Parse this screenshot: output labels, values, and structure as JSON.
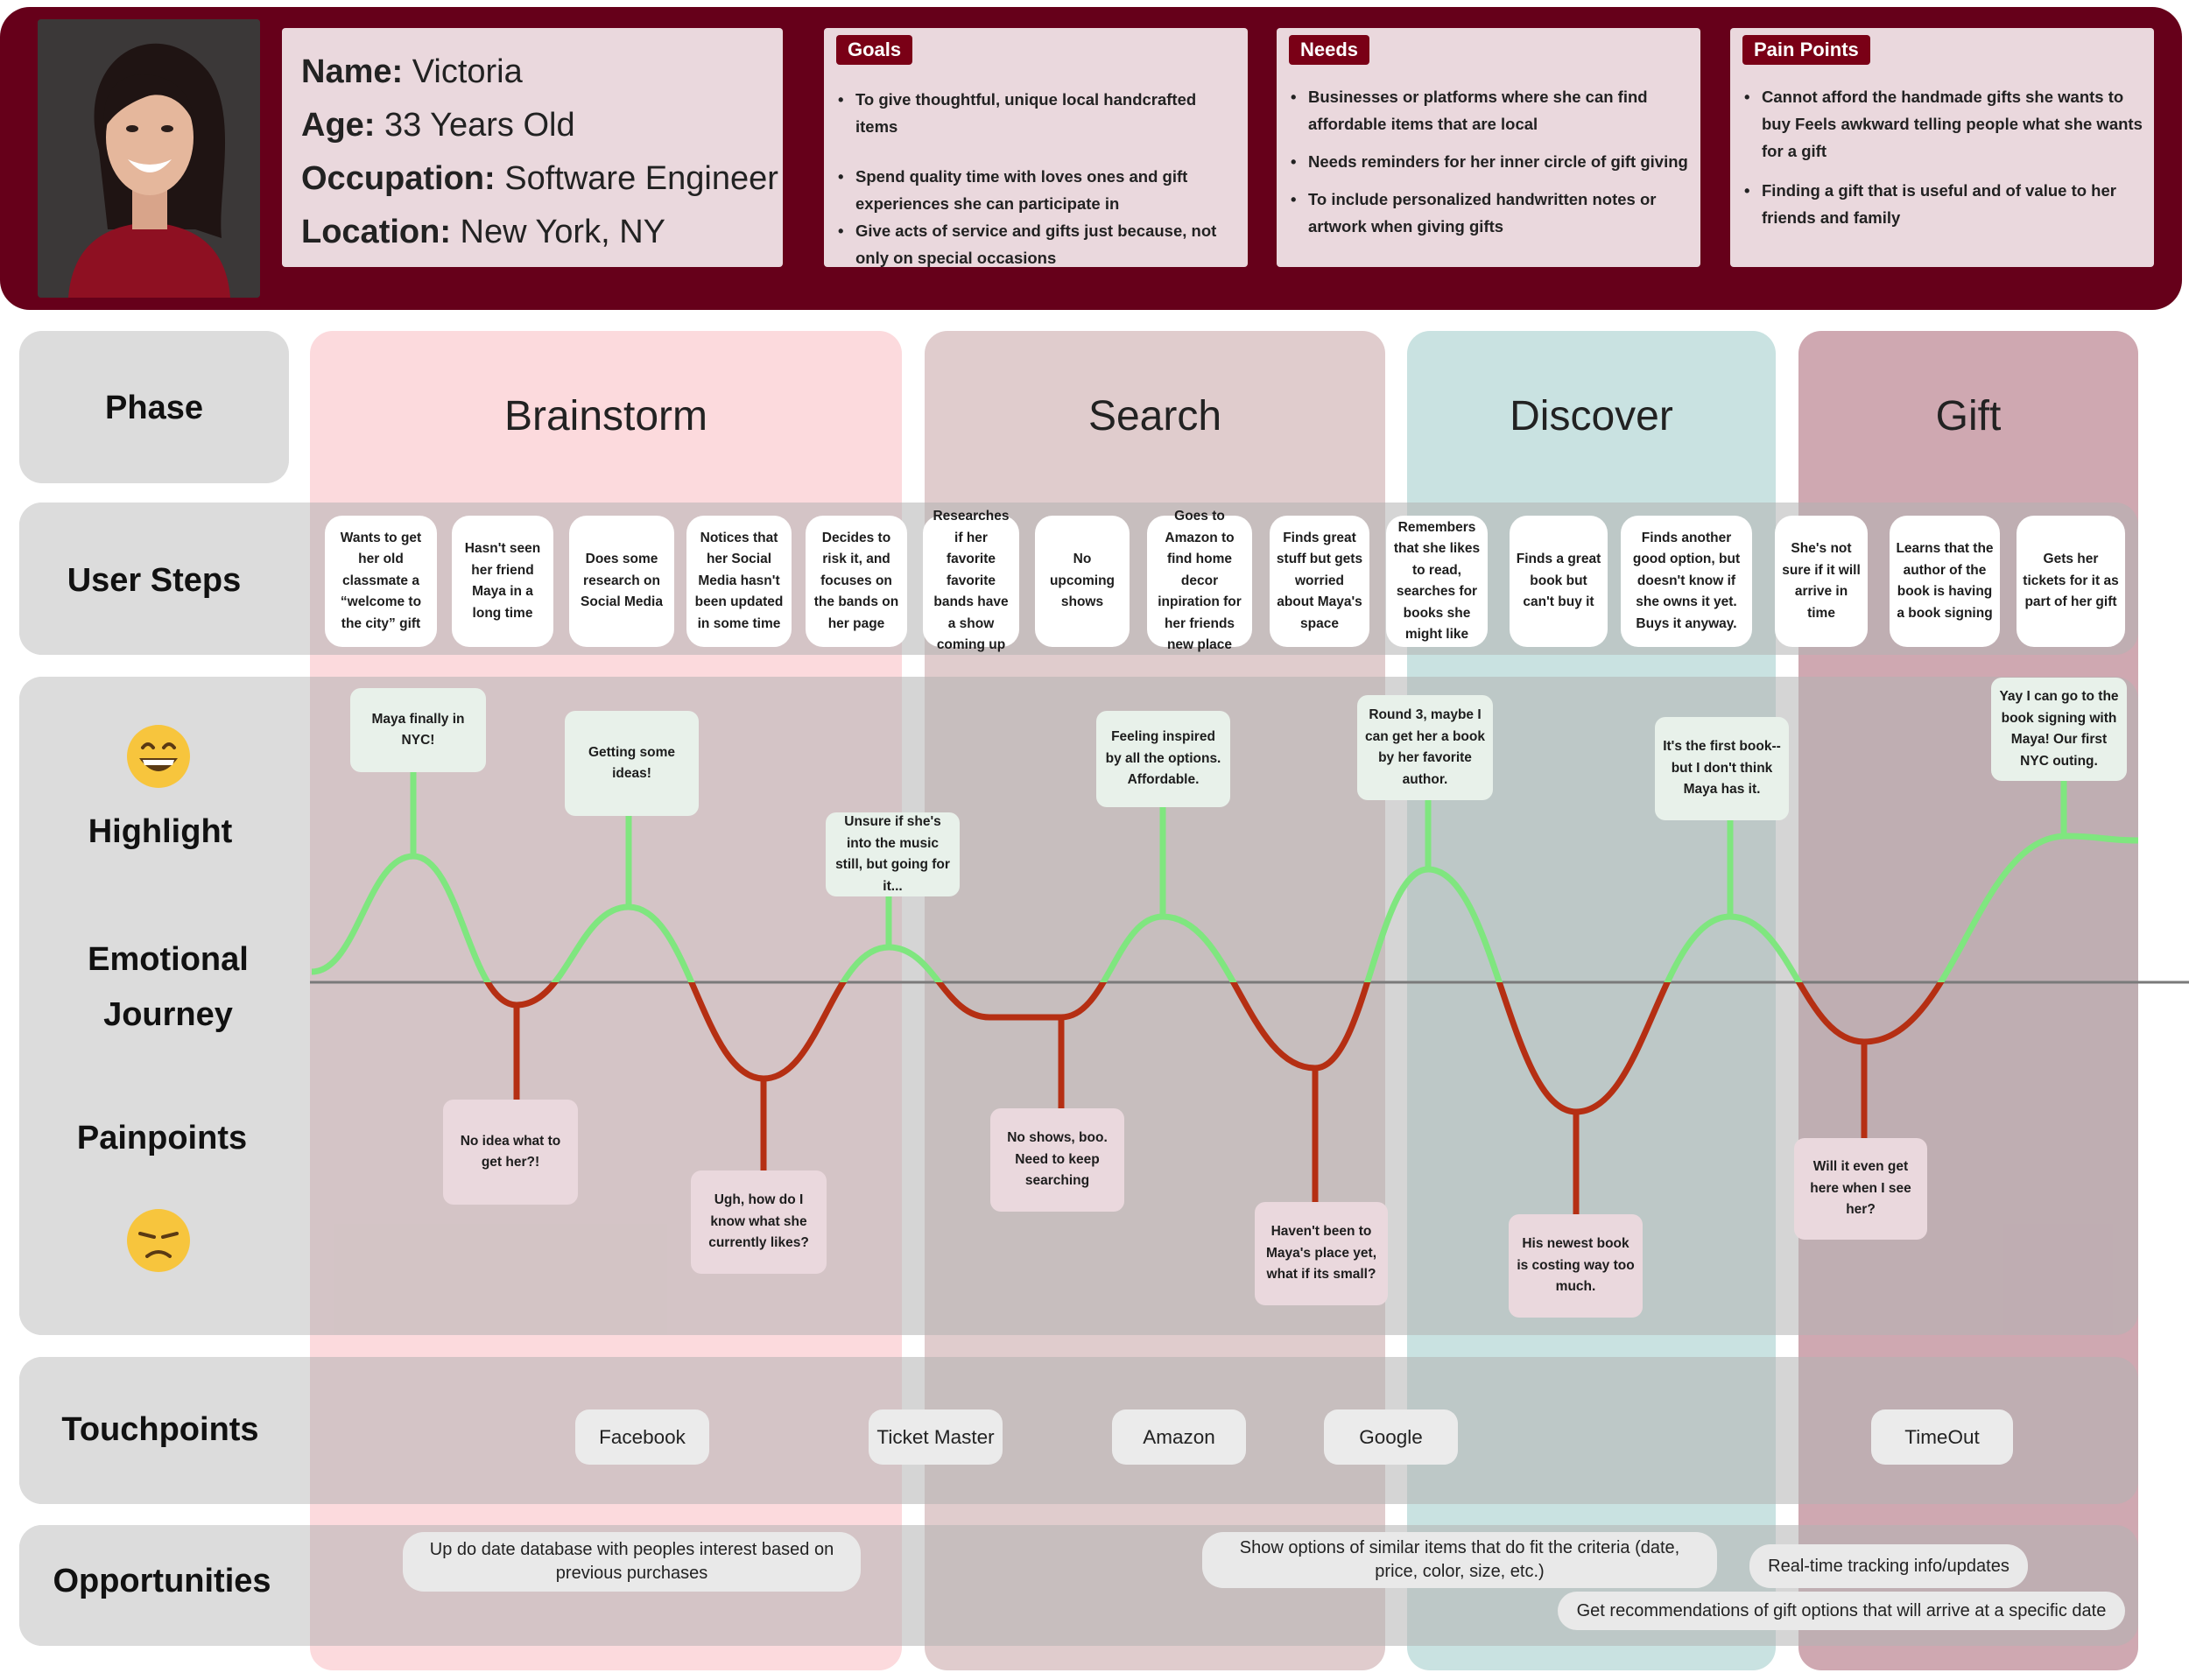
{
  "persona": {
    "name_label": "Name:",
    "name": "Victoria",
    "age_label": "Age:",
    "age": "33 Years Old",
    "occupation_label": "Occupation:",
    "occupation": "Software Engineer",
    "location_label": "Location:",
    "location": "New York, NY"
  },
  "goals": {
    "title": "Goals",
    "items": [
      "To give thoughtful, unique local handcrafted items",
      "Spend quality time with loves ones and gift experiences she can participate in",
      "Give acts of service and gifts just because, not only on special occasions"
    ]
  },
  "needs": {
    "title": "Needs",
    "items": [
      "Businesses or platforms where she can find affordable items that are local",
      "Needs reminders for her inner circle of gift giving",
      "To include personalized handwritten notes or artwork when giving gifts"
    ]
  },
  "pain_points": {
    "title": "Pain Points",
    "items": [
      "Cannot afford the handmade gifts she wants to buy Feels awkward telling people what she wants for a gift",
      "Finding a gift that is useful and of value to her friends and family"
    ]
  },
  "row_labels": {
    "phase": "Phase",
    "user_steps": "User Steps",
    "highlight": "Highlight",
    "emotional_journey": "Emotional Journey",
    "painpoints": "Painpoints",
    "touchpoints": "Touchpoints",
    "opportunities": "Opportunities"
  },
  "icons": {
    "happy": "grinning-face-icon",
    "sad": "unamused-face-icon"
  },
  "colors": {
    "header": "#66001a",
    "brainstorm": "#fcdadd",
    "search": "#e0cccd",
    "discover": "#c9e2e1",
    "gift": "#cfa8b1",
    "positive_line": "#7fe67f",
    "negative_line": "#b52f13"
  },
  "phases": [
    "Brainstorm",
    "Search",
    "Discover",
    "Gift"
  ],
  "steps": [
    "Wants to get her old classmate a “welcome to the city” gift",
    "Hasn't seen her friend Maya in a long time",
    "Does some research on Social Media",
    "Notices that her Social Media hasn't been updated in some time",
    "Decides to risk it, and focuses on the bands on her page",
    "Researches if her favorite favorite bands have a show coming up",
    "No upcoming shows",
    "Goes to Amazon to find home decor inpiration for her friends new place",
    "Finds great stuff but gets worried about Maya's space",
    "Remembers that she likes to read, searches for books she might like",
    "Finds a great book but can't buy it",
    "Finds another good option, but doesn't know if she owns it yet. Buys it anyway.",
    "She's not sure if it will arrive in time",
    "Learns that the author of the book is having a book signing",
    "Gets her tickets for it as part of her gift"
  ],
  "highlights": [
    "Maya finally in NYC!",
    "Getting some ideas!",
    "Unsure if she's into the music still, but going for it...",
    "Feeling inspired by all the options. Affordable.",
    "Round 3, maybe I can get her a book by her favorite author.",
    "It's the first book-- but I don't think Maya has it.",
    "Yay I can go to the book signing with Maya! Our first NYC outing."
  ],
  "painpoints": [
    "No idea what to get her?!",
    "Ugh, how do I know what she currently likes?",
    "No shows, boo. Need to keep searching",
    "Haven't been to Maya's place yet, what if its small?",
    "His newest book is costing way too much.",
    "Will it even get here when I see her?"
  ],
  "touchpoints": [
    "Facebook",
    "Ticket Master",
    "Amazon",
    "Google",
    "TimeOut"
  ],
  "opportunities": [
    "Up do date database with peoples interest based on previous purchases",
    "Show options of similar items that do fit the criteria (date, price, color, size, etc.)",
    "Real-time tracking info/updates",
    "Get recommendations of gift options that will arrive at a specific date"
  ]
}
